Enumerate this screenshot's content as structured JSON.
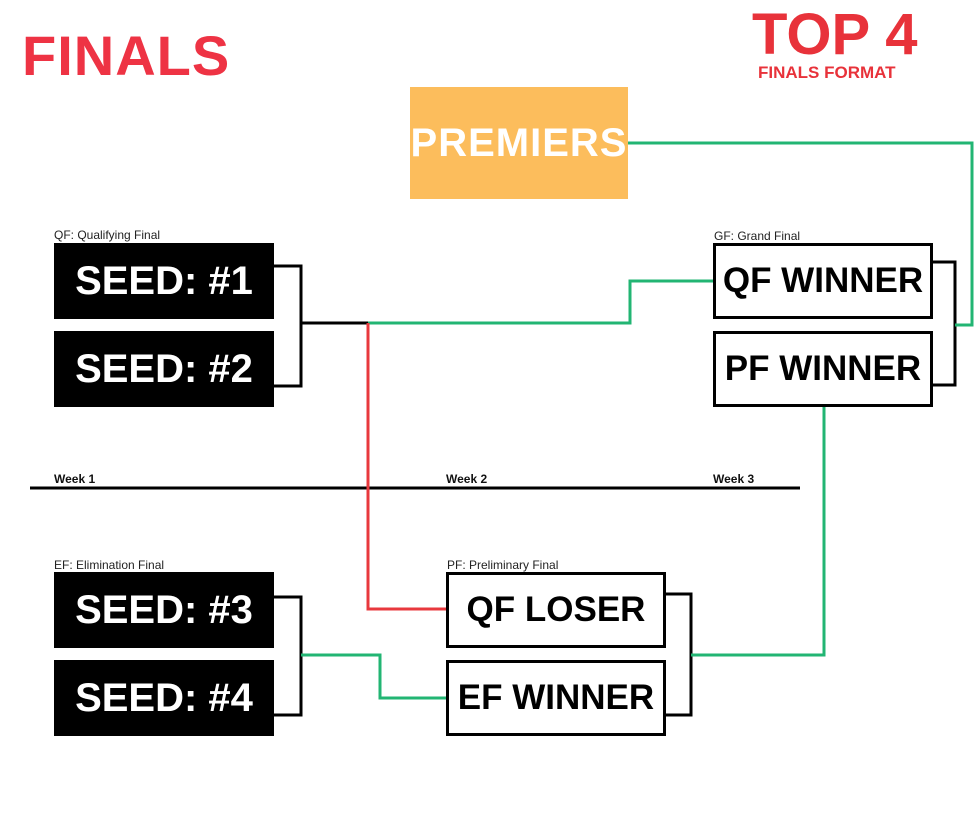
{
  "title": "FINALS",
  "format": {
    "headline": "TOP 4",
    "subtitle": "FINALS FORMAT"
  },
  "premiers": "PREMIERS",
  "captions": {
    "qualifying": "QF: Qualifying Final",
    "elimination": "EF: Elimination Final",
    "preliminary": "PF: Preliminary Final",
    "grand": "GF: Grand Final"
  },
  "seeds": [
    "SEED: #1",
    "SEED: #2",
    "SEED: #3",
    "SEED: #4"
  ],
  "slots": {
    "qf_loser": "QF LOSER",
    "ef_winner": "EF WINNER",
    "qf_winner": "QF WINNER",
    "pf_winner": "PF WINNER"
  },
  "weeks": [
    "Week 1",
    "Week 2",
    "Week 3"
  ],
  "colors": {
    "win_path": "#22b573",
    "lose_path": "#e8383d",
    "premiers": "#fcbd5c",
    "title": "#ee3344"
  }
}
